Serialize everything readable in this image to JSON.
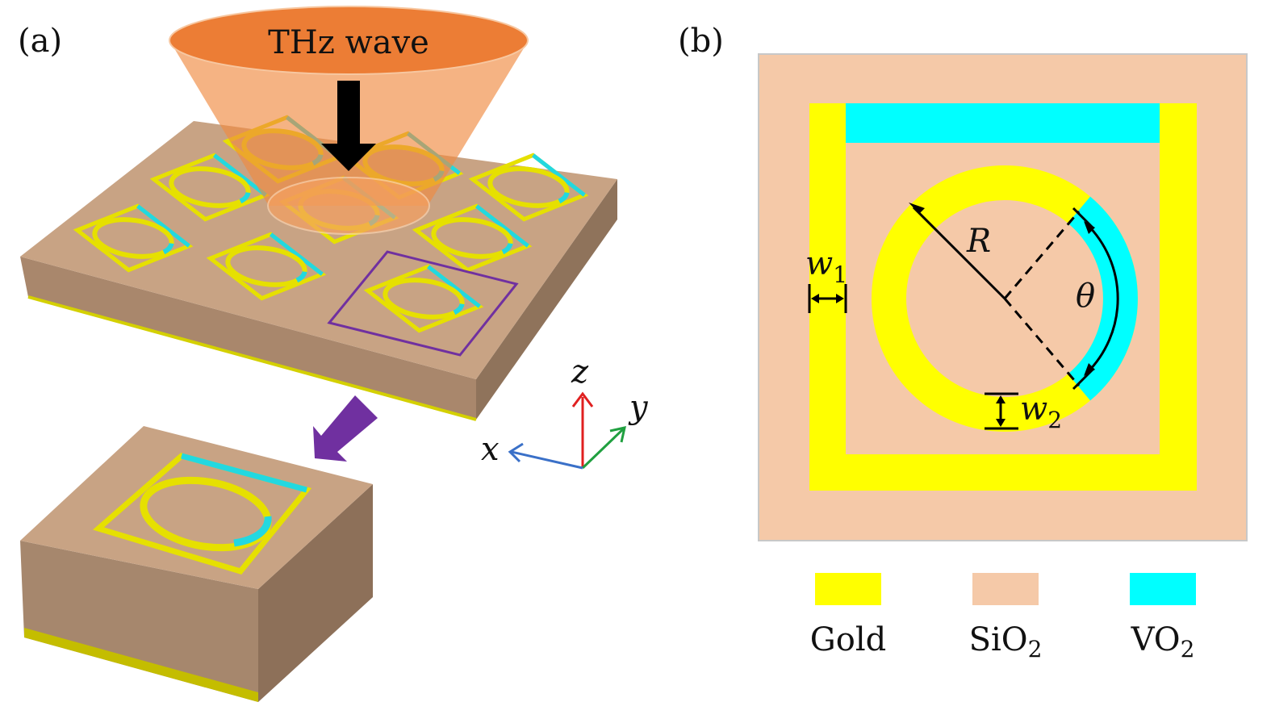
{
  "panels": {
    "a_label": "(a)",
    "b_label": "(b)"
  },
  "beam": {
    "label": "THz wave"
  },
  "axes": {
    "x": "x",
    "y": "y",
    "z": "z"
  },
  "dimensions": {
    "radius": "R",
    "w1": "w",
    "w1_sub": "1",
    "w2": "w",
    "w2_sub": "2",
    "angle": "θ"
  },
  "legend": [
    {
      "label": "Gold",
      "sub": "",
      "color": "#ffff00"
    },
    {
      "label": "SiO",
      "sub": "2",
      "color": "#f5c9a8"
    },
    {
      "label": "VO",
      "sub": "2",
      "color": "#00ffff"
    }
  ]
}
